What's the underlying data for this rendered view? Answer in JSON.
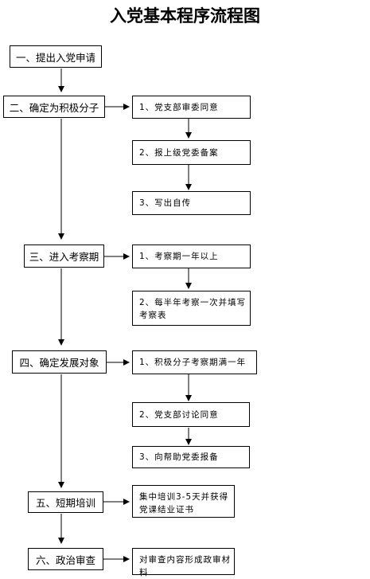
{
  "title": "入党基本程序流程图",
  "steps": [
    {
      "label": "一、提出入党申请",
      "subs": []
    },
    {
      "label": "二、确定为积极分子",
      "subs": [
        "1、党支部审委同意",
        "2、报上级党委备案",
        "3、写出自传"
      ]
    },
    {
      "label": "三、进入考察期",
      "subs": [
        "1、考察期一年以上",
        "2、每半年考察一次并填写考察表"
      ]
    },
    {
      "label": "四、确定发展对象",
      "subs": [
        "1、积极分子考察期满一年",
        "2、党支部讨论同意",
        "3、向帮助党委报备"
      ]
    },
    {
      "label": "五、短期培训",
      "subs": [
        "集中培训3-5天并获得党课结业证书"
      ]
    },
    {
      "label": "六、政治审查",
      "subs": [
        "对审查内容形成政审材料"
      ]
    }
  ]
}
